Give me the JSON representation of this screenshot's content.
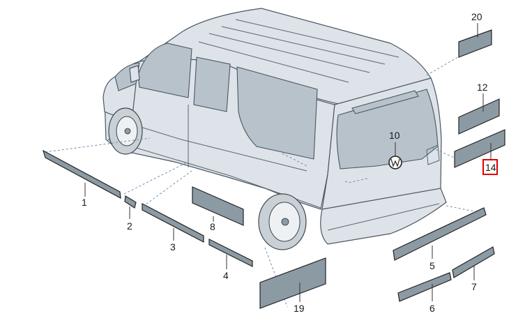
{
  "callouts": {
    "c1": "1",
    "c2": "2",
    "c3": "3",
    "c4": "4",
    "c5": "5",
    "c6": "6",
    "c7": "7",
    "c8": "8",
    "c10": "10",
    "c12": "12",
    "c14": "14",
    "c19": "19",
    "c20": "20"
  },
  "highlighted_callout": "14",
  "colors": {
    "highlight": "#e00000",
    "part_fill": "#8c9aa4",
    "leader": "#6f8fb0"
  }
}
